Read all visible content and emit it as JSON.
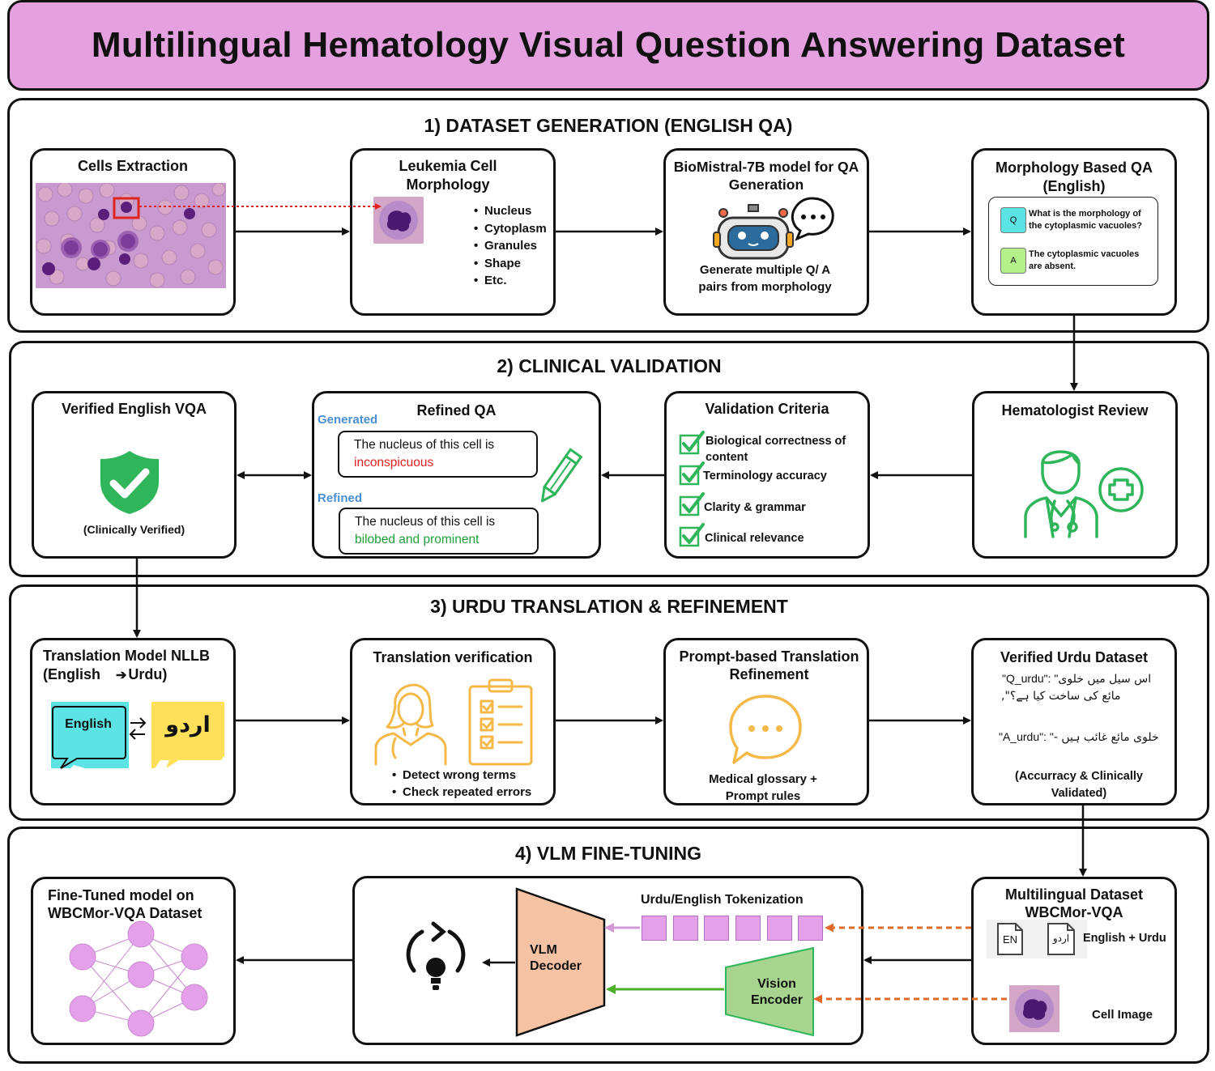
{
  "title": "Multilingual Hematology Visual Question Answering Dataset",
  "s1": {
    "heading": "1) DATASET GENERATION (ENGLISH QA)",
    "cells_title": "Cells Extraction",
    "morph_title": "Leukemia Cell Morphology",
    "morph_items": [
      "Nucleus",
      "Cytoplasm",
      "Granules",
      "Shape",
      "Etc."
    ],
    "bio_title": "BioMistral-7B model for QA Generation",
    "bio_caption": "Generate multiple Q/ A pairs from morphology",
    "qa_title": "Morphology Based QA (English)",
    "q_tag": "Q",
    "a_tag": "A",
    "q_text": "What is the morphology of the cytoplasmic vacuoles?",
    "a_text": "The cytoplasmic vacuoles are absent."
  },
  "s2": {
    "heading": "2) CLINICAL VALIDATION",
    "verified_title": "Verified English VQA",
    "verified_caption": "(Clinically Verified)",
    "refined_title": "Refined QA",
    "generated_label": "Generated",
    "refined_label": "Refined",
    "gen_text": "The nucleus of this cell is",
    "gen_highlight": "inconspicuous",
    "ref_text": "The nucleus of this cell is",
    "ref_highlight": "bilobed and prominent",
    "criteria_title": "Validation Criteria",
    "criteria": [
      "Biological correctness of content",
      "Terminology accuracy",
      "Clarity & grammar",
      "Clinical relevance"
    ],
    "review_title": "Hematologist Review"
  },
  "s3": {
    "heading": "3) URDU TRANSLATION & REFINEMENT",
    "nllb_title_1": "Translation Model NLLB",
    "nllb_title_2a": "(English",
    "nllb_title_2b": "Urdu)",
    "english_bubble": "English",
    "urdu_bubble": "اردو",
    "verif_title": "Translation verification",
    "verif_items": [
      "Detect wrong terms",
      "Check repeated errors"
    ],
    "prompt_title": "Prompt-based Translation Refinement",
    "prompt_caption": "Medical glossary + Prompt rules",
    "urdu_ds_title": "Verified Urdu Dataset",
    "q_urdu_key": "\"Q_urdu\": \"",
    "q_urdu_line1": "اس سیل میں خلوی",
    "q_urdu_line2": "مائع کی ساخت کیا ہے؟\",",
    "a_urdu_key": "\"A_urdu\": \"",
    "a_urdu_line": "خلوی مائع غائب ہیں -",
    "urdu_ds_caption": "(Accurracy & Clinically Validated)"
  },
  "s4": {
    "heading": "4) VLM FINE-TUNING",
    "ft_title": "Fine-Tuned model on WBCMor-VQA Dataset",
    "tokenization": "Urdu/English Tokenization",
    "decoder": "VLM Decoder",
    "encoder": "Vision Encoder",
    "md_title": "Multilingual Dataset WBCMor-VQA",
    "en_icon": "EN",
    "ur_icon": "اردو",
    "en_ur_label": "English + Urdu",
    "cell_image_label": "Cell Image"
  },
  "colors": {
    "title_bg": "#e4a0df",
    "green": "#2fb55a",
    "red_text": "#e02020",
    "green_text": "#1f9e3a",
    "blue_label": "#4a90d0",
    "orange_arrow": "#e06a2a",
    "cyan_bubble": "#5ce4e4",
    "yellow_bubble": "#ffe05a",
    "decoder_fill": "#f5c3a3",
    "encoder_fill": "#a7d48f",
    "token_fill": "#e4a0e8",
    "node_fill": "#e4a0e8",
    "amber": "#f5b94a"
  }
}
